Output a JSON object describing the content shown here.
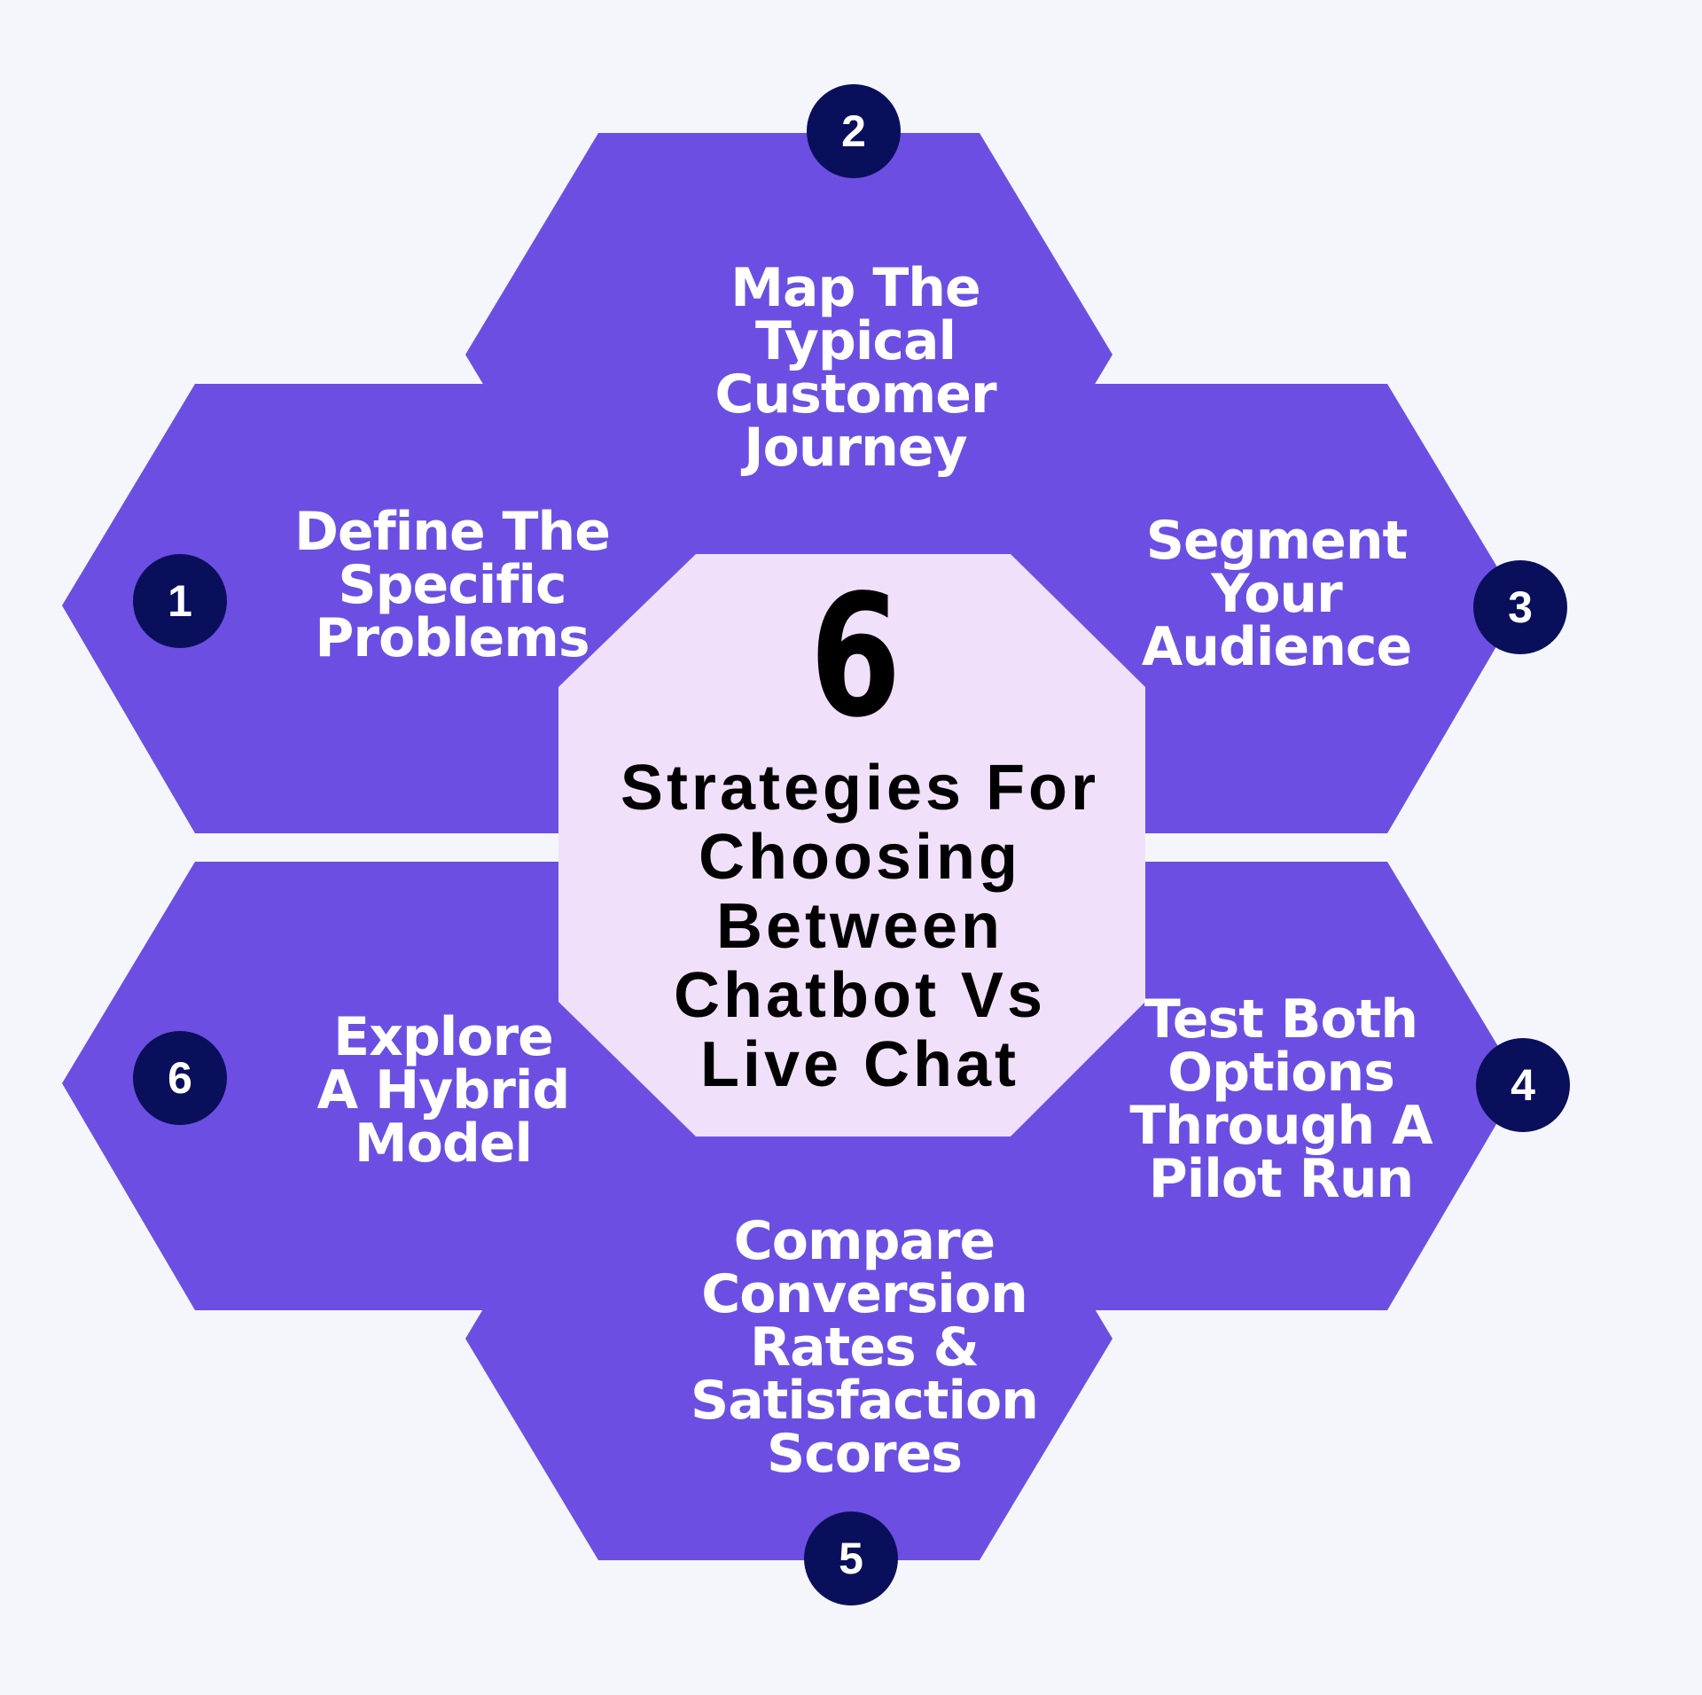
{
  "colors": {
    "background": "#f4f6fb",
    "hexagon_fill": "#6c4fe2",
    "center_fill": "#f1e0f9",
    "badge_fill": "#0a0f5c",
    "text_light": "#ffffff",
    "text_dark": "#000000"
  },
  "center": {
    "number": "6",
    "title": "Strategies For\nChoosing\nBetween\nChatbot Vs\nLive Chat"
  },
  "strategies": [
    {
      "number": "1",
      "label": "Define The\nSpecific\nProblems"
    },
    {
      "number": "2",
      "label": "Map The\nTypical\nCustomer\nJourney"
    },
    {
      "number": "3",
      "label": "Segment\nYour\nAudience"
    },
    {
      "number": "4",
      "label": "Test Both\nOptions\nThrough A\nPilot Run"
    },
    {
      "number": "5",
      "label": "Compare\nConversion\nRates &\nSatisfaction\nScores"
    },
    {
      "number": "6",
      "label": "Explore\nA Hybrid\nModel"
    }
  ]
}
